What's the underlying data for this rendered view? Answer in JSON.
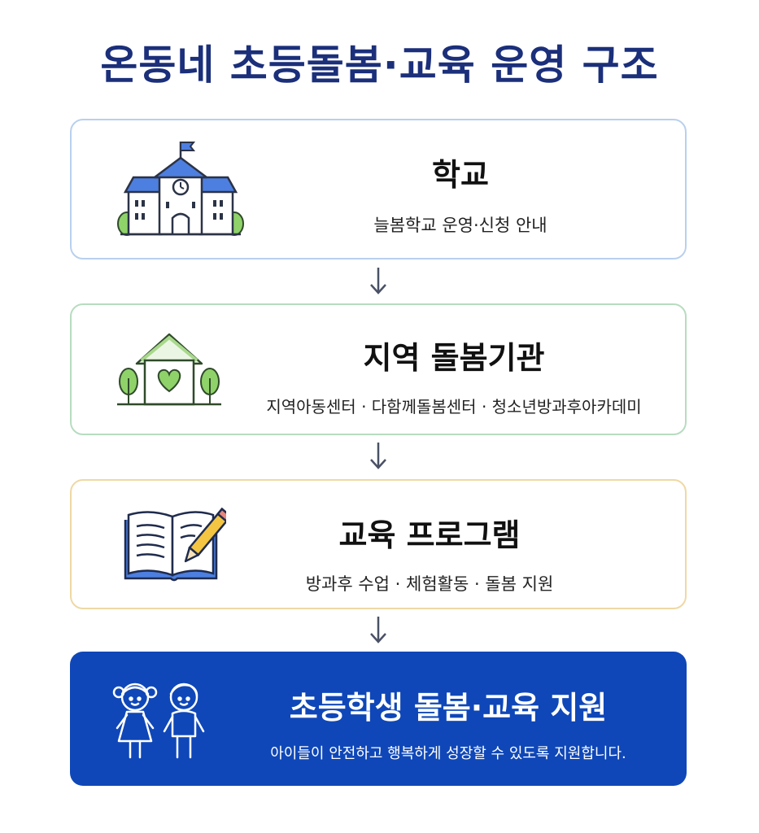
{
  "title": "온동네 초등돌봄·교육 운영 구조",
  "colors": {
    "title": "#1b2f7a",
    "school_border": "#b9d0ee",
    "local_border": "#b7dcc0",
    "edu_border": "#efd8a4",
    "student_bg": "#0f47b8",
    "arrow": "#4a5166"
  },
  "nodes": [
    {
      "icon": "school-building-icon",
      "title": "학교",
      "subtitle": "늘봄학교 운영·신청 안내"
    },
    {
      "icon": "house-heart-icon",
      "title": "지역 돌봄기관",
      "subtitle": "지역아동센터 · 다함께돌봄센터 · 청소년방과후아카데미"
    },
    {
      "icon": "open-book-pencil-icon",
      "title": "교육 프로그램",
      "subtitle": "방과후 수업 · 체험활동 · 돌봄 지원"
    },
    {
      "icon": "children-icon",
      "title": "초등학생 돌봄·교육 지원",
      "subtitle": "아이들이 안전하고 행복하게 성장할 수 있도록 지원합니다."
    }
  ]
}
